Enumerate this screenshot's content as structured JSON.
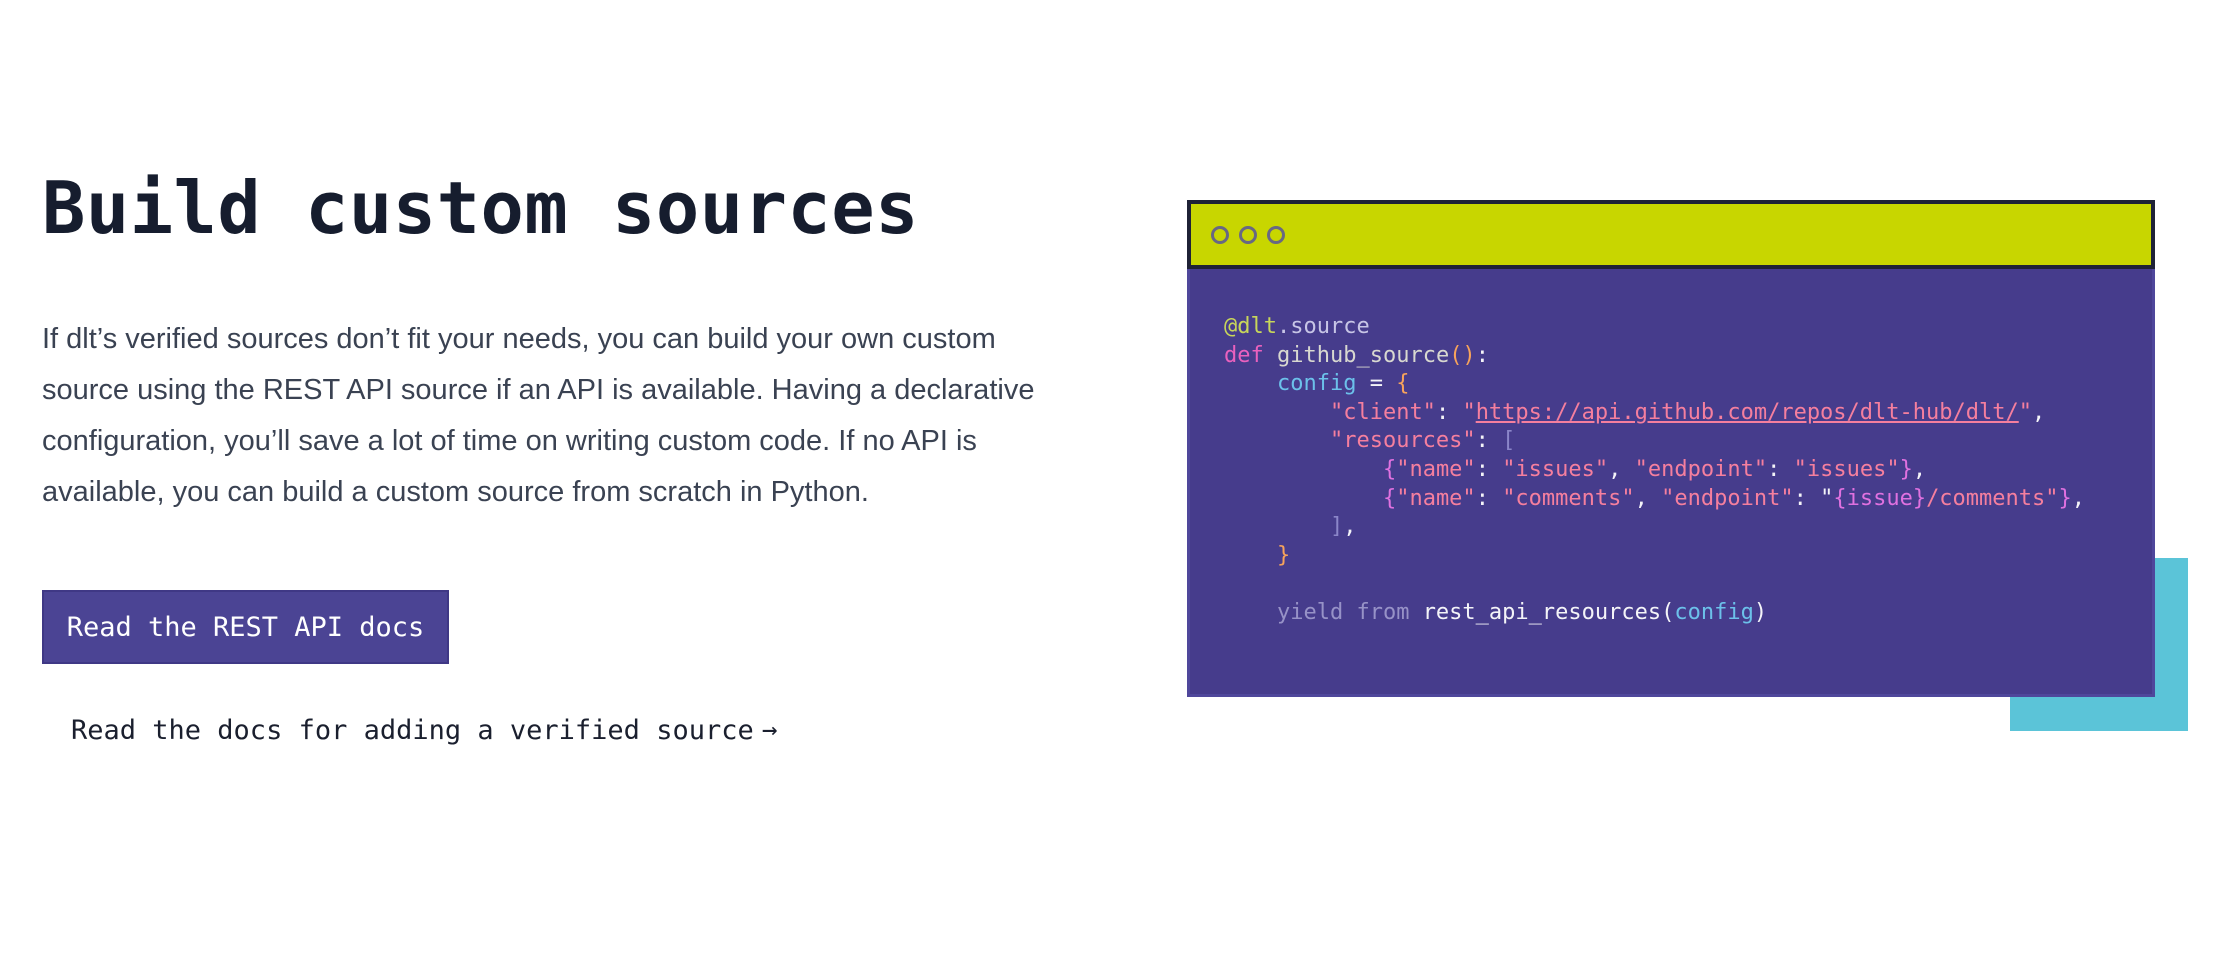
{
  "section": {
    "title": "Build custom sources",
    "description": "If dlt’s verified sources don’t fit your needs, you can build your own custom source using the REST API source if an API is available. Having a declarative configuration, you’ll save a lot of time on writing custom code. If no API is available, you can build a custom source from scratch in Python.",
    "primary_button": "Read the REST API docs",
    "secondary_link": "Read the docs for adding a verified source",
    "secondary_link_icon": "→"
  },
  "code": {
    "window_dots": 3,
    "line1_at": "@dlt",
    "line1_rest": ".source",
    "line2_kw": "def",
    "line2_fn": "github_source",
    "line2_paren": "()",
    "line2_colon": ":",
    "line3_var": "config",
    "line3_eq": " = ",
    "line3_brace": "{",
    "line4_key": "\"client\"",
    "line4_colon": ": ",
    "line4_q1": "\"",
    "line4_url": "https://api.github.com/repos/dlt-hub/dlt/",
    "line4_q2": "\"",
    "line4_comma": ",",
    "line5_key": "\"resources\"",
    "line5_colon": ": ",
    "line5_bracket": "[",
    "line6_ob": "{",
    "line6_k1": "\"name\"",
    "line6_c1": ": ",
    "line6_v1": "\"issues\"",
    "line6_sep": ", ",
    "line6_k2": "\"endpoint\"",
    "line6_c2": ": ",
    "line6_v2": "\"issues\"",
    "line6_cb": "}",
    "line6_comma": ",",
    "line7_ob": "{",
    "line7_k1": "\"name\"",
    "line7_c1": ": ",
    "line7_v1": "\"comments\"",
    "line7_sep": ", ",
    "line7_k2": "\"endpoint\"",
    "line7_c2": ": ",
    "line7_q": "\"",
    "line7_v2a": "{issue}",
    "line7_v2b": "/comments\"",
    "line7_cb": "}",
    "line7_comma": ",",
    "line8_bracket": "]",
    "line8_comma": ",",
    "line9_brace": "}",
    "line11_yield": "yield from",
    "line11_call": "rest_api_resources",
    "line11_op": "(",
    "line11_arg": "config",
    "line11_cp": ")"
  },
  "colors": {
    "button_bg": "#4b4494",
    "code_bg": "#463c8c",
    "header_bg": "#c8d600",
    "accent_shadow": "#5bc4d8"
  }
}
